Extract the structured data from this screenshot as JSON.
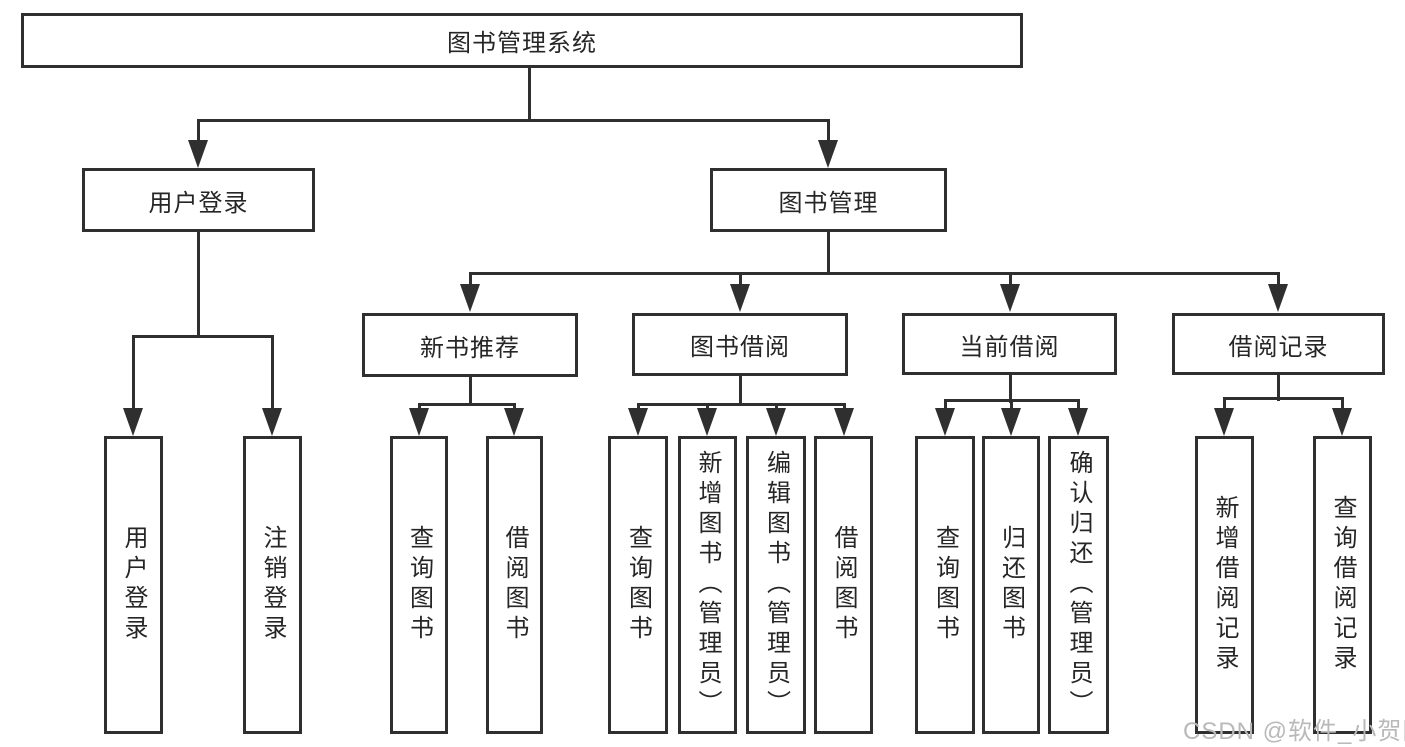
{
  "tree": {
    "root": {
      "label": "图书管理系统",
      "children": [
        {
          "label": "用户登录",
          "children": [
            {
              "label": "用户登录"
            },
            {
              "label": "注销登录"
            }
          ]
        },
        {
          "label": "图书管理",
          "children": [
            {
              "label": "新书推荐",
              "children": [
                {
                  "label": "查询图书"
                },
                {
                  "label": "借阅图书"
                }
              ]
            },
            {
              "label": "图书借阅",
              "children": [
                {
                  "label": "查询图书"
                },
                {
                  "label": "新增图书（管理员）"
                },
                {
                  "label": "编辑图书（管理员）"
                },
                {
                  "label": "借阅图书"
                }
              ]
            },
            {
              "label": "当前借阅",
              "children": [
                {
                  "label": "查询图书"
                },
                {
                  "label": "归还图书"
                },
                {
                  "label": "确认归还（管理员）"
                }
              ]
            },
            {
              "label": "借阅记录",
              "children": [
                {
                  "label": "新增借阅记录"
                },
                {
                  "label": "查询借阅记录"
                }
              ]
            }
          ]
        }
      ]
    }
  },
  "watermark": {
    "text": "CSDN @软件_小贺同学"
  },
  "colors": {
    "line": "#2f2f2f",
    "watermark": "#b9b9b9",
    "background": "#ffffff"
  }
}
